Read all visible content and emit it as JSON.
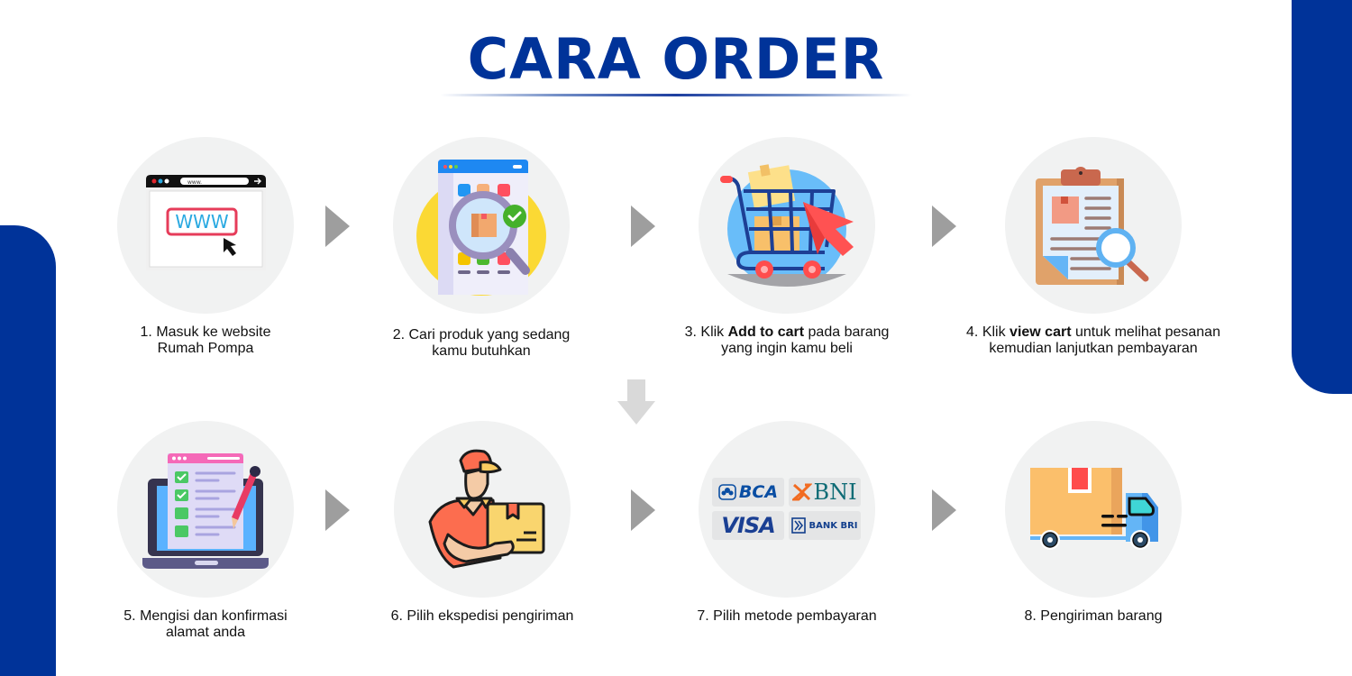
{
  "title": "CARA ORDER",
  "colors": {
    "brand_blue": "#003399",
    "circle_bg": "#f1f2f2",
    "arrow_gray": "#9e9e9e",
    "arrow_down_gray": "#d9d9d9"
  },
  "steps": [
    {
      "number": "1.",
      "text_before": "Masuk ke website",
      "bold": "",
      "text_after": "",
      "line2": "Rumah Pompa",
      "icon": "browser-www-icon"
    },
    {
      "number": "2.",
      "text_before": "Cari produk yang sedang",
      "bold": "",
      "text_after": "",
      "line2": "kamu butuhkan",
      "icon": "product-search-icon"
    },
    {
      "number": "3.",
      "text_before": "Klik ",
      "bold": "Add to cart",
      "text_after": " pada barang",
      "line2": "yang ingin kamu beli",
      "icon": "shopping-cart-icon"
    },
    {
      "number": "4.",
      "text_before": "Klik ",
      "bold": "view cart",
      "text_after": " untuk melihat pesanan",
      "line2": "kemudian lanjutkan pembayaran",
      "icon": "clipboard-search-icon"
    },
    {
      "number": "5.",
      "text_before": "Mengisi dan konfirmasi",
      "bold": "",
      "text_after": "",
      "line2": "alamat anda",
      "icon": "laptop-form-icon"
    },
    {
      "number": "6.",
      "text_before": "Pilih ekspedisi pengiriman",
      "bold": "",
      "text_after": "",
      "line2": "",
      "icon": "courier-icon"
    },
    {
      "number": "7.",
      "text_before": "Pilih metode pembayaran",
      "bold": "",
      "text_after": "",
      "line2": "",
      "icon": "payment-methods-icon"
    },
    {
      "number": "8.",
      "text_before": "Pengiriman barang",
      "bold": "",
      "text_after": "",
      "line2": "",
      "icon": "delivery-truck-icon"
    }
  ],
  "payment_logos": [
    "BCA",
    "BNI",
    "VISA",
    "BANK BRI"
  ],
  "browser_icon": {
    "address": "www.",
    "label": "WWW"
  }
}
